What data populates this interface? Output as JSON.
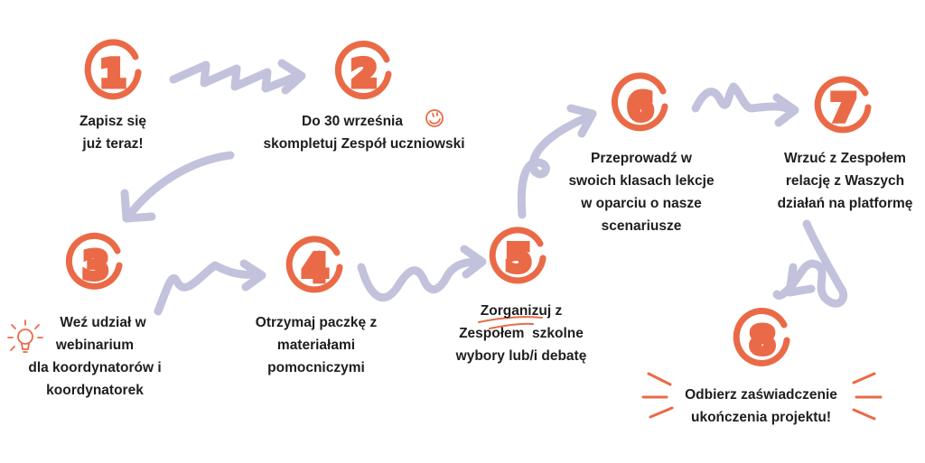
{
  "colors": {
    "accent": "#ea6a47",
    "arrow": "#c2c2dc",
    "text": "#1e1e1e"
  },
  "steps": [
    {
      "number": "1",
      "lines": [
        "Zapisz się",
        "już teraz!"
      ]
    },
    {
      "number": "2",
      "lines": [
        "Do 30 września",
        "skompletuj Zespół uczniowski"
      ]
    },
    {
      "number": "3",
      "lines": [
        "Weź udział w",
        "webinarium",
        "dla koordynatorów i",
        "koordynatorek"
      ]
    },
    {
      "number": "4",
      "lines": [
        "Otrzymaj paczkę z",
        "materiałami",
        "pomocniczymi"
      ]
    },
    {
      "number": "5",
      "lines": [
        "Zorganizuj z",
        "Zespołem  szkolne",
        "wybory lub/i debatę"
      ]
    },
    {
      "number": "6",
      "lines": [
        "Przeprowadź w",
        "swoich klasach lekcje",
        "w oparciu o nasze",
        "scenariusze"
      ]
    },
    {
      "number": "7",
      "lines": [
        "Wrzuć z Zespołem",
        "relację z Waszych",
        "działań na platformę"
      ]
    },
    {
      "number": "8",
      "lines": [
        "Odbierz zaświadczenie",
        "ukończenia projektu!"
      ]
    }
  ],
  "icons": [
    "smile-icon",
    "lightbulb-icon",
    "sparkle-lines-icon"
  ]
}
